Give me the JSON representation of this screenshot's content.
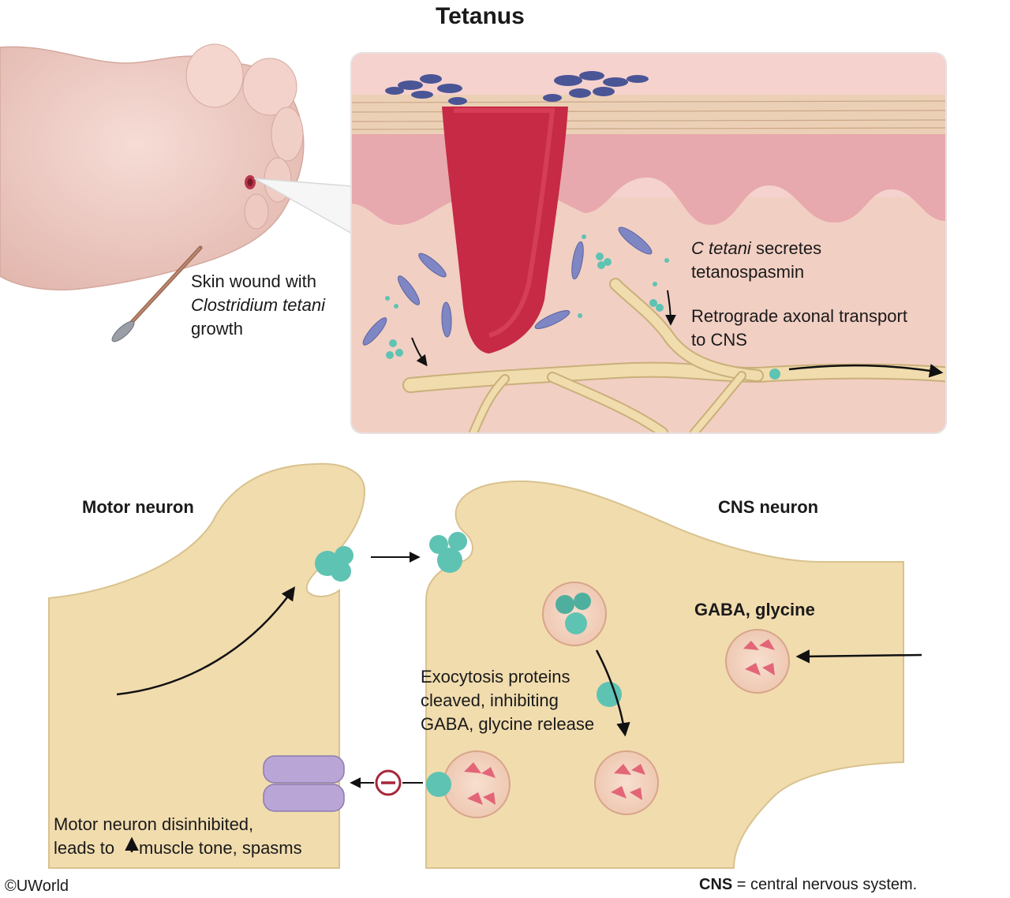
{
  "title": "Tetanus",
  "labels": {
    "skin_wound_line1": "Skin wound with",
    "skin_wound_line2": "Clostridium tetani",
    "skin_wound_line3": "growth",
    "secretes_italic": "C tetani",
    "secretes_rest": " secretes",
    "secretes_line2": "tetanospasmin",
    "retrograde_line1": "Retrograde axonal transport",
    "retrograde_line2": "to CNS",
    "motor_neuron": "Motor neuron",
    "cns_neuron": "CNS neuron",
    "gaba_glycine": "GABA, glycine",
    "exo_line1": "Exocytosis proteins",
    "exo_line2": "cleaved, inhibiting",
    "exo_line3": "GABA, glycine release",
    "disinhibited_line1": "Motor neuron disinhibited,",
    "disinhibited_line2a": "leads to ",
    "disinhibited_line2b": "muscle tone, spasms"
  },
  "footer": {
    "copyright": "©UWorld",
    "abbrev_bold": "CNS",
    "abbrev_rest": " = central nervous system."
  },
  "colors": {
    "neuron": "#f1dcae",
    "neuron_stroke": "#c9b07a",
    "skin": "#f3c6c4",
    "wound": "#c62a45",
    "toxin": "#5fc3b3",
    "bacteria": "#7e86c4",
    "receptor": "#b9a6d6",
    "neurotransmitter": "#e36578",
    "inhibit": "#a6273a"
  }
}
